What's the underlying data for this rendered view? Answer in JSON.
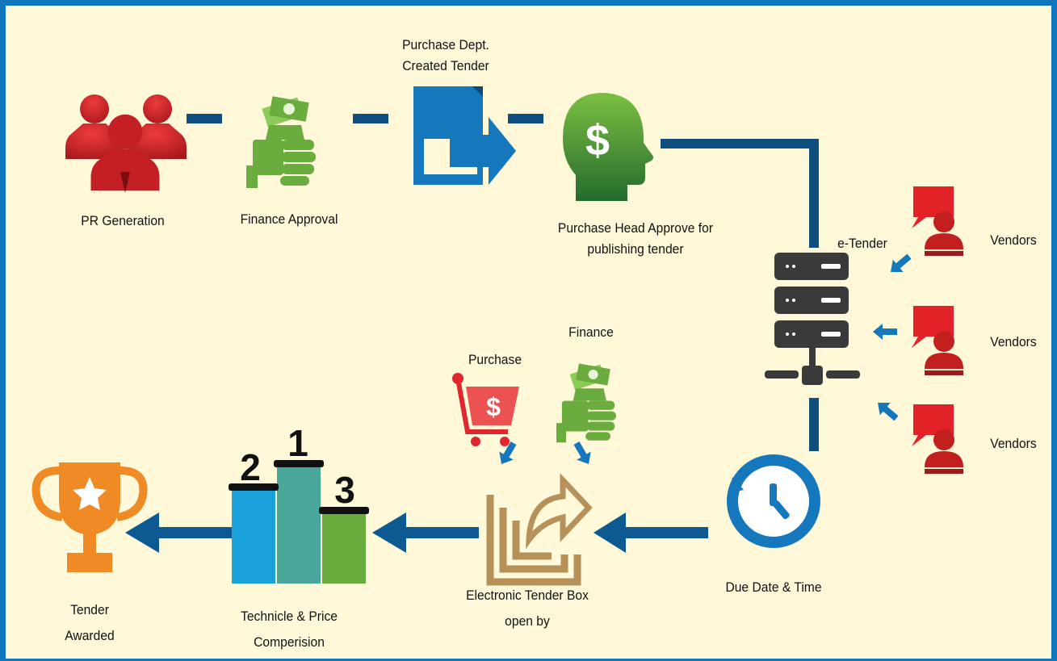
{
  "nodes": {
    "pr_generation": "PR Generation",
    "finance_approval": "Finance Approval",
    "purchase_dept": [
      "Purchase Dept.",
      "Created Tender"
    ],
    "purchase_head": [
      "Purchase Head Approve for",
      "publishing tender"
    ],
    "e_tender": "e-Tender",
    "vendors": [
      "Vendors",
      "Vendors",
      "Vendors"
    ],
    "due_date": "Due Date & Time",
    "purchase": "Purchase",
    "finance": "Finance",
    "tender_box": [
      "Electronic Tender Box",
      "open by"
    ],
    "comparison": [
      "Technicle & Price",
      "Comperision"
    ],
    "tender_awarded": [
      "Tender",
      "Awarded"
    ],
    "ranks": [
      "2",
      "1",
      "3"
    ]
  },
  "icons": {
    "people": "people-group-icon",
    "money": "money-hand-icon",
    "document": "document-arrow-icon",
    "head": "dollar-head-icon",
    "server": "server-icon",
    "vendor": "vendor-chat-icon",
    "clock": "clock-icon",
    "cart": "shopping-cart-icon",
    "box": "tender-box-icon",
    "podium": "podium-icon",
    "trophy": "trophy-icon"
  },
  "colors": {
    "border": "#1177bd",
    "background": "#fff9da",
    "connector": "#0f4f80",
    "arrow": "#0d5a92",
    "red": "#d7242a",
    "green": "#6aac3e",
    "blue": "#1578bd",
    "gold": "#b6915a",
    "orange": "#ef8a25"
  }
}
